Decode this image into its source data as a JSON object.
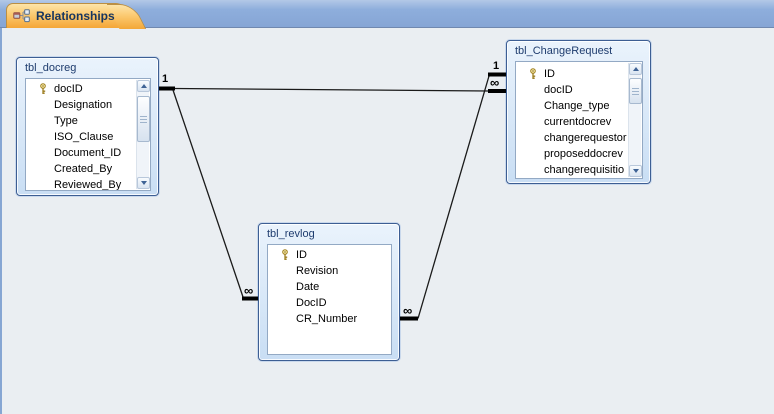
{
  "tab": {
    "label": "Relationships"
  },
  "tables": [
    {
      "name": "tbl_docreg",
      "title": "tbl_docreg",
      "fields": [
        {
          "name": "docID",
          "key": true
        },
        {
          "name": "Designation",
          "key": false
        },
        {
          "name": "Type",
          "key": false
        },
        {
          "name": "ISO_Clause",
          "key": false
        },
        {
          "name": "Document_ID",
          "key": false
        },
        {
          "name": "Created_By",
          "key": false
        },
        {
          "name": "Reviewed_By",
          "key": false
        }
      ],
      "has_scrollbar": true
    },
    {
      "name": "tbl_ChangeRequest",
      "title": "tbl_ChangeRequest",
      "fields": [
        {
          "name": "ID",
          "key": true
        },
        {
          "name": "docID",
          "key": false
        },
        {
          "name": "Change_type",
          "key": false
        },
        {
          "name": "currentdocrev",
          "key": false
        },
        {
          "name": "changerequestor",
          "key": false
        },
        {
          "name": "proposeddocrev",
          "key": false
        },
        {
          "name": "changerequisitio",
          "key": false
        }
      ],
      "has_scrollbar": true
    },
    {
      "name": "tbl_revlog",
      "title": "tbl_revlog",
      "fields": [
        {
          "name": "ID",
          "key": true
        },
        {
          "name": "Revision",
          "key": false
        },
        {
          "name": "Date",
          "key": false
        },
        {
          "name": "DocID",
          "key": false
        },
        {
          "name": "CR_Number",
          "key": false
        }
      ],
      "has_scrollbar": false
    }
  ],
  "relationships": [
    {
      "from_table": "tbl_docreg",
      "from_field": "docID",
      "from_cardinality": "1",
      "to_table": "tbl_ChangeRequest",
      "to_field": "docID",
      "to_cardinality": "∞"
    },
    {
      "from_table": "tbl_docreg",
      "from_field": "docID",
      "from_cardinality": "1",
      "to_table": "tbl_revlog",
      "to_field": "DocID",
      "to_cardinality": "∞"
    },
    {
      "from_table": "tbl_ChangeRequest",
      "from_field": "ID",
      "from_cardinality": "1",
      "to_table": "tbl_revlog",
      "to_field": "CR_Number",
      "to_cardinality": "∞"
    }
  ],
  "colors": {
    "tab_strip": "#8EAEDC",
    "tab_orange": "#F3A738",
    "workspace": "#EAEEF2",
    "table_border": "#3D5E93",
    "table_header_gradient_top": "#EAF3FC",
    "table_header_gradient_bottom": "#C9DEF4",
    "header_text": "#1E3C6E",
    "relationship_line": "#000000",
    "key_icon_gold": "#C9A227"
  }
}
